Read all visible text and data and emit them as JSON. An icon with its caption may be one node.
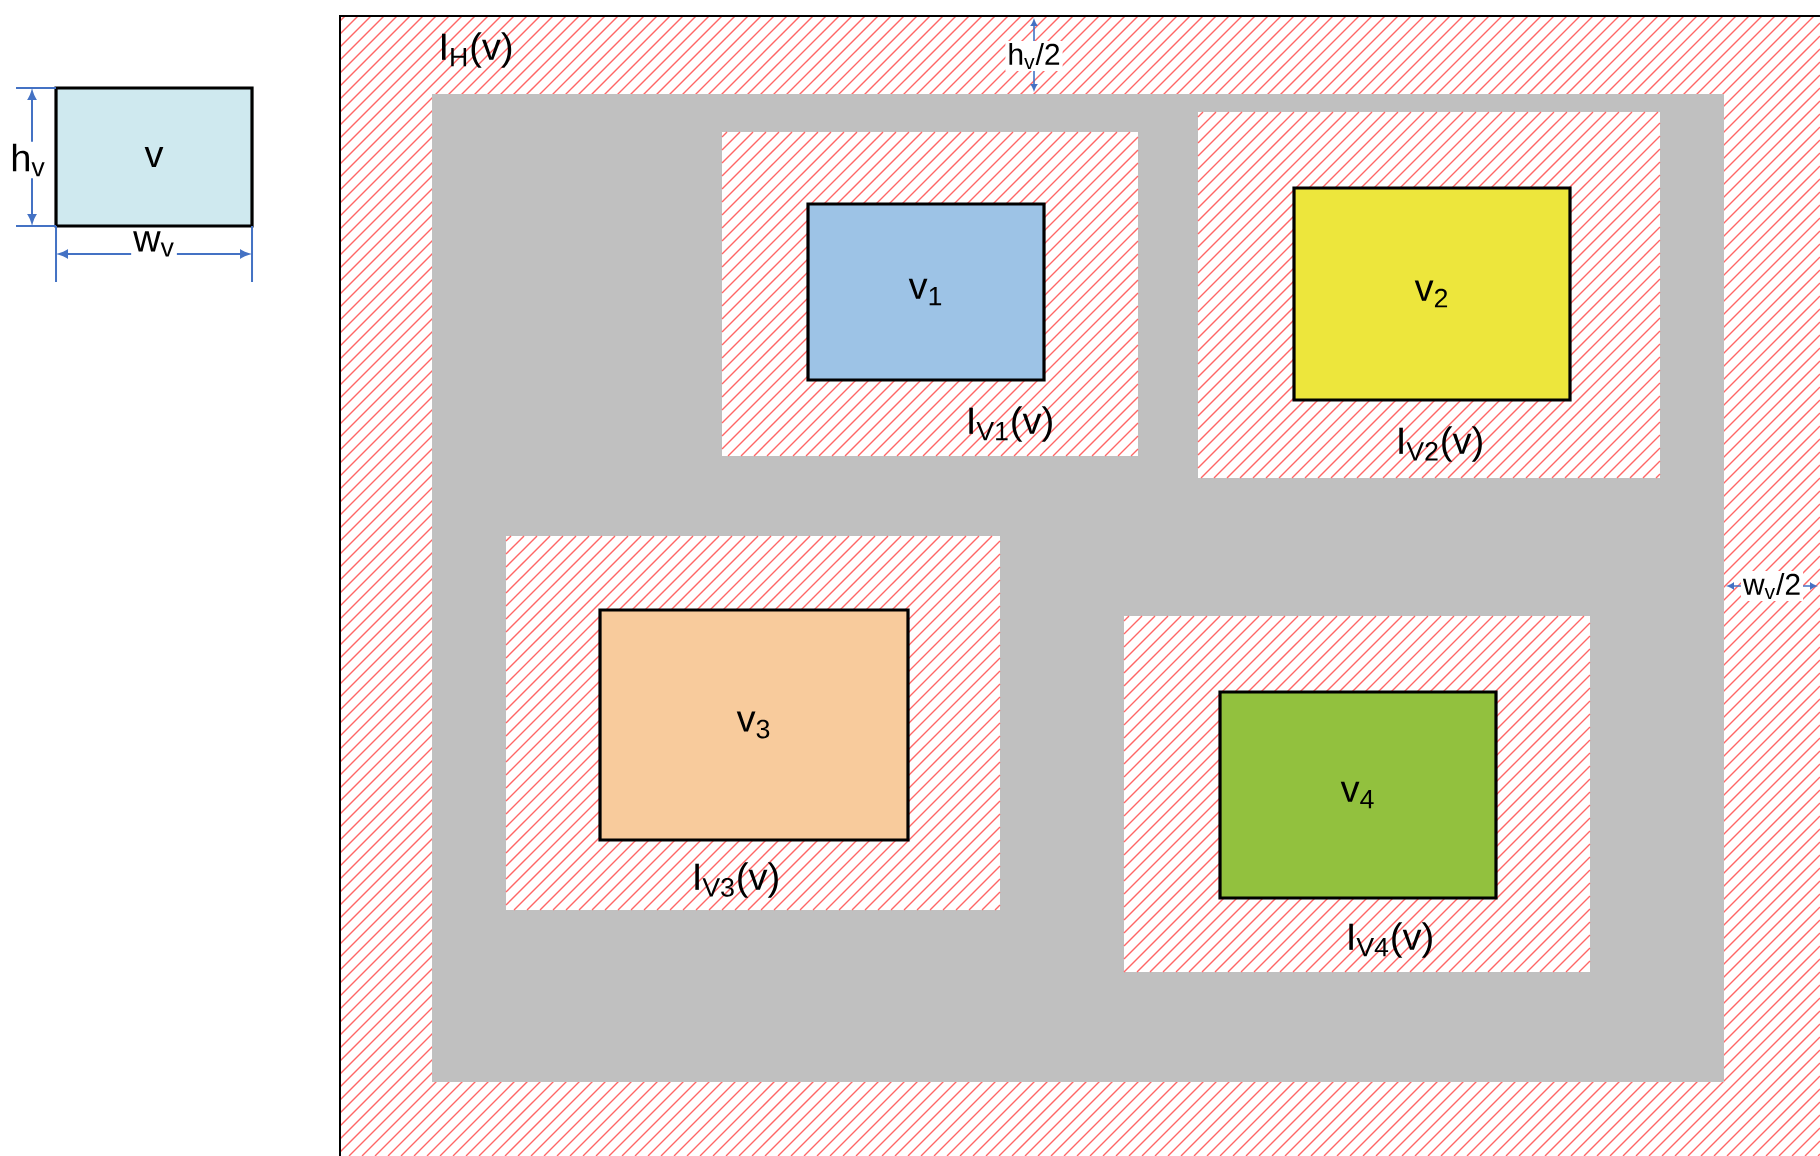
{
  "diagram": {
    "nodes": [
      {
        "text": [
          "v"
        ]
      },
      {
        "text": [
          "I$_{H}$(v)"
        ]
      },
      {
        "text": [],
        "shape": "box",
        "in": 1
      },
      {
        "text": [
          "I$_{V1}$(v)"
        ],
        "in": 2
      },
      {
        "text": [
          "v$_{1}$"
        ],
        "in": 3
      },
      {
        "text": [
          "I$_{V2}$(v)"
        ],
        "in": 2
      },
      {
        "text": [
          "v$_{2}$"
        ],
        "in": 5
      },
      {
        "text": [
          "I$_{V3}$(v)"
        ],
        "in": 2
      },
      {
        "text": [
          "v$_{3}$"
        ],
        "in": 7
      },
      {
        "text": [
          "I$_{V4}$(v)"
        ],
        "in": 2
      },
      {
        "text": [
          "v$_{4}$"
        ],
        "in": 9
      }
    ],
    "labels": [
      "h$_{v}$",
      "w$_{v}$",
      "h$_{v}$/2",
      "w$_{v}$/2"
    ]
  }
}
